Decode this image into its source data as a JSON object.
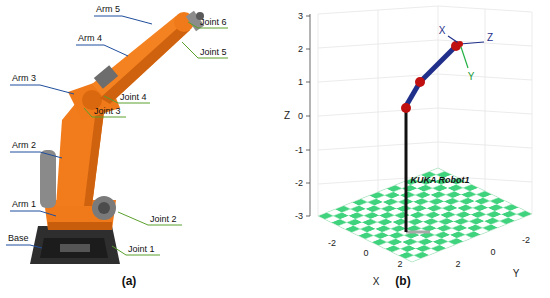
{
  "diagram": {
    "labels": [
      "Arm 5",
      "Joint 6",
      "Arm 4",
      "Joint 5",
      "Arm 3",
      "Joint 4",
      "Joint 3",
      "Arm 2",
      "Arm 1",
      "Joint 2",
      "Base",
      "Joint 1",
      "(a)",
      "3",
      "2",
      "1",
      "0",
      "-1",
      "-2",
      "-3",
      "Z",
      "-2",
      "0",
      "2",
      "X",
      "-2",
      "0",
      "2",
      "Y",
      "KUKA Robot1",
      "X",
      "Y",
      "Z",
      "(b)"
    ]
  }
}
